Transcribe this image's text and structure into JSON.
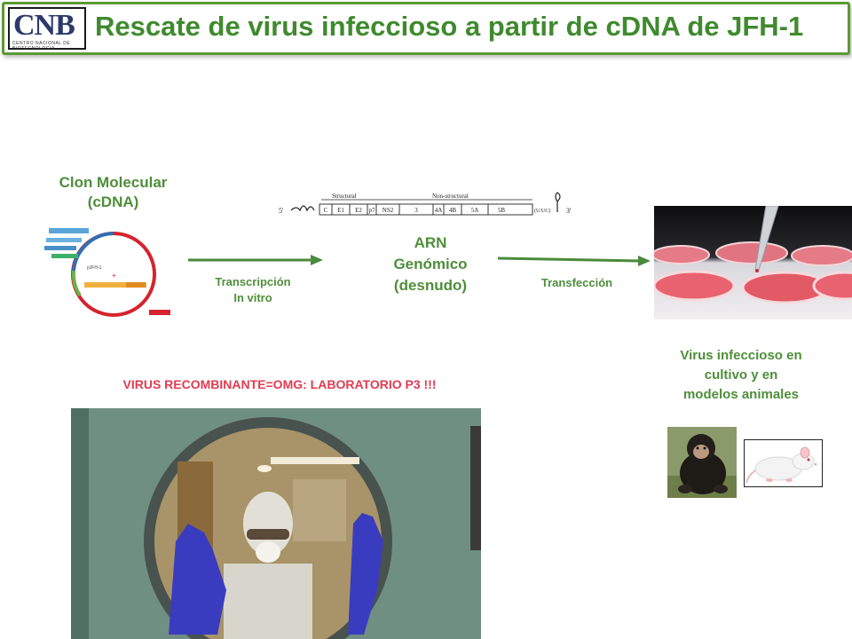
{
  "header": {
    "logo_text": "CNB",
    "logo_subtext": "CENTRO NACIONAL DE BIOTECNOLOGÍA",
    "title": "Rescate de virus infeccioso a partir de cDNA de JFH-1"
  },
  "diagram": {
    "clon_line1": "Clon Molecular",
    "clon_line2": "(cDNA)",
    "arn_line1": "ARN",
    "arn_line2": "Genómico",
    "arn_line3": "(desnudo)",
    "transcripcion_line1": "Transcripción",
    "transcripcion_line2": "In vitro",
    "transfeccion": "Transfección",
    "virus_line1": "Virus infeccioso en",
    "virus_line2": "cultivo y en",
    "virus_line3": "modelos animales",
    "omg_note": "VIRUS RECOMBINANTE=OMG: LABORATORIO P3 !!!"
  },
  "genome_map": {
    "five_prime": "5'",
    "three_prime": "3'",
    "structural": "Structural",
    "non_structural": "Non-structural",
    "segments": [
      "C",
      "E1",
      "E2",
      "p7",
      "NS2",
      "3",
      "4A",
      "4B",
      "5A",
      "5B"
    ],
    "polyU": "(U/UC)"
  },
  "colors": {
    "title_green": "#3f8a2e",
    "label_green": "#4e8e3a",
    "warning_red": "#e13b51",
    "border_green": "#5a9a34"
  }
}
